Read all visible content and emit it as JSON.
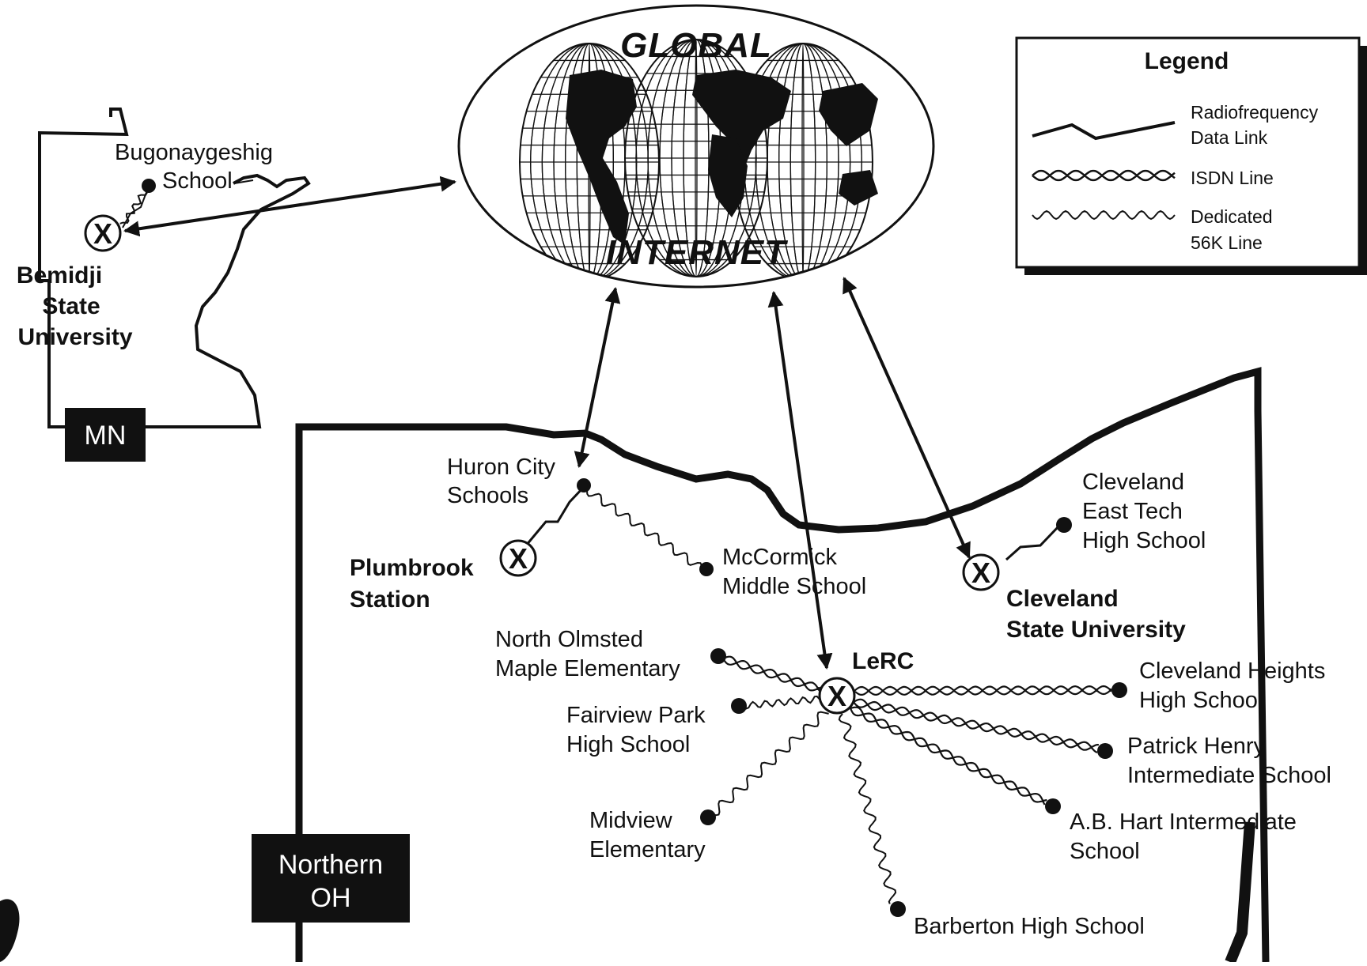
{
  "globe": {
    "title_top": "GLOBAL",
    "title_bottom": "INTERNET"
  },
  "legend": {
    "title": "Legend",
    "rf_line1": "Radiofrequency",
    "rf_line2": "Data Link",
    "isdn": "ISDN Line",
    "ded_line1": "Dedicated",
    "ded_line2": "56K Line"
  },
  "states": {
    "mn": "MN",
    "oh_line1": "Northern",
    "oh_line2": "OH"
  },
  "hubs": {
    "bemidji": [
      "Bemidji",
      "State",
      "University"
    ],
    "plumbrook": [
      "Plumbrook",
      "Station"
    ],
    "lerc": "LeRC",
    "cleveland_state": [
      "Cleveland",
      "State University"
    ]
  },
  "sites": {
    "bugonaygeshig": [
      "Bugonaygeshig",
      "School"
    ],
    "huron_city": [
      "Huron City",
      "Schools"
    ],
    "mccormick": [
      "McCormick",
      "Middle School"
    ],
    "east_tech": [
      "Cleveland",
      "East Tech",
      "High School"
    ],
    "north_olmsted": [
      "North Olmsted",
      "Maple Elementary"
    ],
    "fairview_park": [
      "Fairview Park",
      "High School"
    ],
    "midview": [
      "Midview",
      "Elementary"
    ],
    "barberton": "Barberton High School",
    "cleveland_heights": [
      "Cleveland Heights",
      "High School"
    ],
    "patrick_henry": [
      "Patrick Henry",
      "Intermediate School"
    ],
    "ab_hart": [
      "A.B. Hart Intermediate",
      "School"
    ]
  }
}
